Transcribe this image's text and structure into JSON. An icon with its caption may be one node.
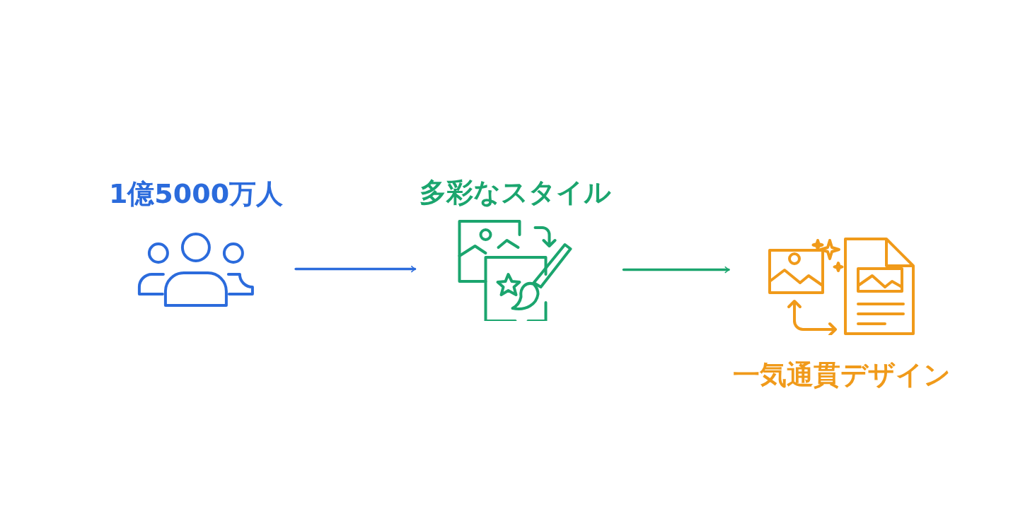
{
  "diagram": {
    "nodes": [
      {
        "text": [
          "1億5000万人"
        ]
      },
      {
        "text": [
          "多彩なスタイル"
        ]
      },
      {
        "text": [
          "一気通貫デザイン"
        ]
      }
    ],
    "edges": [
      {
        "from": 0,
        "to": 1,
        "arrow": "to",
        "color": "#2b6bdc"
      },
      {
        "from": 1,
        "to": 2,
        "arrow": "to",
        "color": "#1ba56e"
      }
    ]
  }
}
